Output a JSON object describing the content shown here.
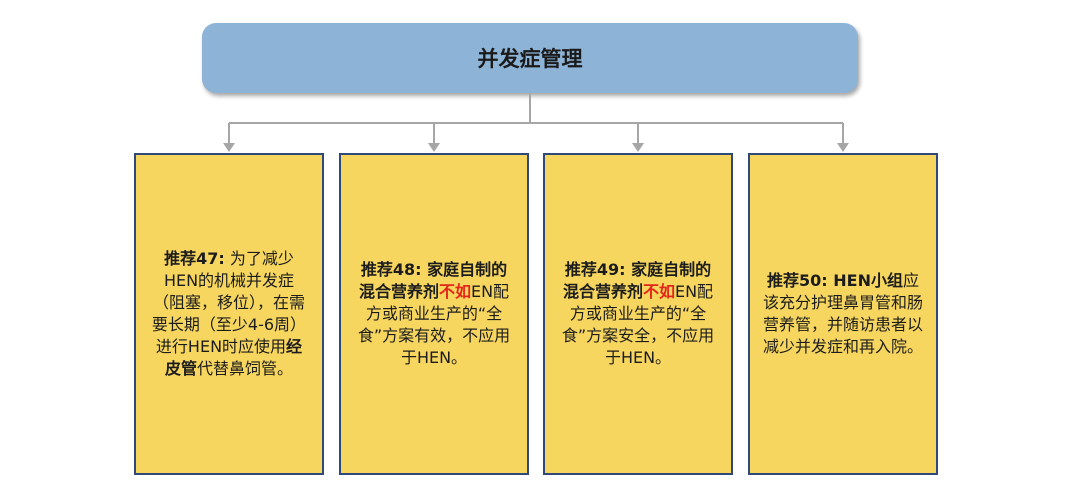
{
  "header": {
    "title": "并发症管理"
  },
  "colors": {
    "header_bg": "#8db3d6",
    "card_bg": "#f6d65e",
    "card_border": "#2f4a7a",
    "connector": "#a6a6a6",
    "highlight_red": "#e3261b"
  },
  "cards": [
    {
      "label": "推荐47:",
      "text_a": " 为了减少HEN的机械并发症（阻塞，移位），在需要长期（至少4-6周）进行HEN时应使用",
      "emphasis": "经皮管",
      "text_b": "代替鼻饲管。"
    },
    {
      "label": "推荐48: 家庭自制的混合营养剂",
      "negation": "不如",
      "text": "EN配方或商业生产的“全食”方案有效，不应用于HEN。"
    },
    {
      "label": "推荐49: 家庭自制的混合营养剂",
      "negation": "不如",
      "text": "EN配方或商业生产的“全食”方案安全，不应用于HEN。"
    },
    {
      "label": "推荐50: HEN小组",
      "text": "应该充分护理鼻胃管和肠营养管，并随访患者以减少并发症和再入院。"
    }
  ]
}
